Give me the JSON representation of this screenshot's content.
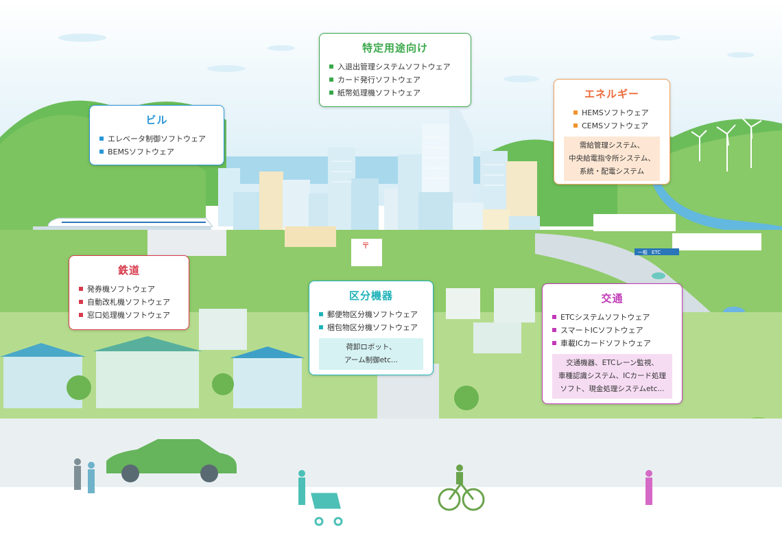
{
  "colors": {
    "tokutei": "#3aa84a",
    "energy": "#ee6a3a",
    "biru": "#2a96d8",
    "tetsudo": "#d83a4c",
    "kubun": "#1fb3b8",
    "kotsu": "#c23ab8",
    "energy_note_bg": "#fde7d4",
    "kubun_note_bg": "#d6f2f3",
    "kotsu_note_bg": "#f6dcf3"
  },
  "cards": {
    "tokutei": {
      "title": "特定用途向け",
      "items": [
        "入退出管理システムソフトウェア",
        "カード発行ソフトウェア",
        "紙幣処理機ソフトウェア"
      ]
    },
    "energy": {
      "title": "エネルギー",
      "items": [
        "HEMSソフトウェア",
        "CEMSソフトウェア"
      ],
      "note": [
        "需給管理システム、",
        "中央給電指令所システム、",
        "系統・配電システム"
      ]
    },
    "biru": {
      "title": "ビル",
      "items": [
        "エレベータ制御ソフトウェア",
        "BEMSソフトウェア"
      ]
    },
    "tetsudo": {
      "title": "鉄道",
      "items": [
        "発券機ソフトウェア",
        "自動改札機ソフトウェア",
        "窓口処理機ソフトウェア"
      ]
    },
    "kubun": {
      "title": "区分機器",
      "items": [
        "郵便物区分機ソフトウェア",
        "梱包物区分機ソフトウェア"
      ],
      "note": [
        "荷卸ロボット、",
        "アーム制御etc..."
      ]
    },
    "kotsu": {
      "title": "交通",
      "items": [
        "ETCシステムソフトウェア",
        "スマートICソフトウェア",
        "車載ICカードソフトウェア"
      ],
      "note": [
        "交通機器、ETCレーン監視、",
        "車種認識システム、ICカード処理",
        "ソフト、現金処理システムetc..."
      ]
    }
  },
  "signs": {
    "highway": "一般",
    "etc": "ETC"
  }
}
